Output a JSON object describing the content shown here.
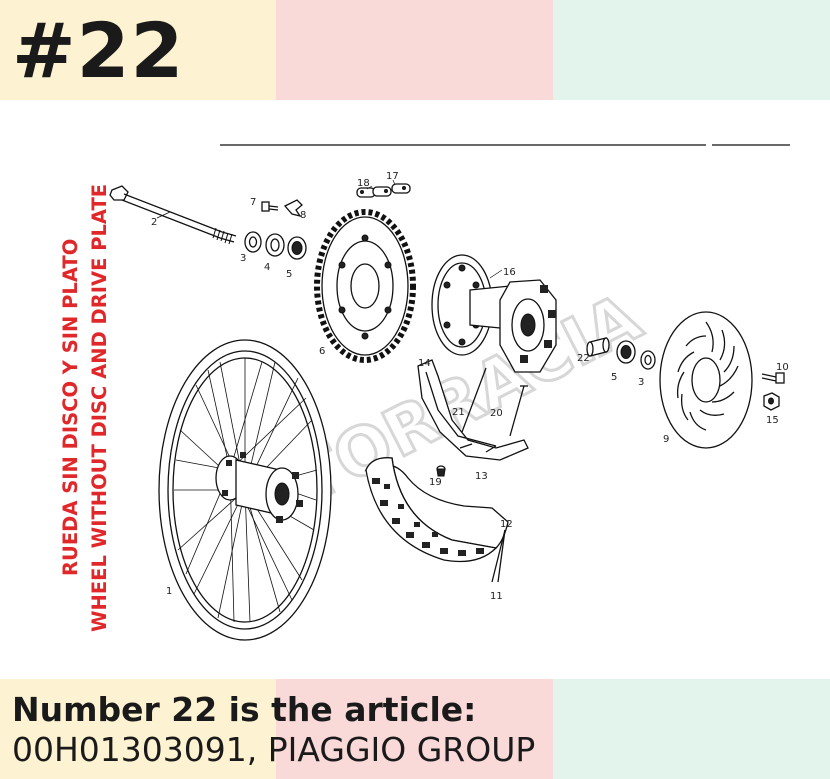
{
  "header": {
    "title": "#22"
  },
  "diagram": {
    "side_text_es": "RUEDA SIN DISCO Y SIN PLATO",
    "side_text_en": "WHEEL WITHOUT DISC AND DRIVE PLATE",
    "watermark": "MOTORRACIA",
    "callouts": {
      "n1": "1",
      "n2": "2",
      "n3a": "3",
      "n3b": "3",
      "n4": "4",
      "n5a": "5",
      "n5b": "5",
      "n6": "6",
      "n7": "7",
      "n8": "8",
      "n9": "9",
      "n10": "10",
      "n11": "11",
      "n12": "12",
      "n13": "13",
      "n14": "14",
      "n15": "15",
      "n16": "16",
      "n17": "17",
      "n18": "18",
      "n19": "19",
      "n20": "20",
      "n21": "21",
      "n22": "22"
    }
  },
  "caption": {
    "line1": "Number 22 is the article:",
    "line2": "00H01303091, PIAGGIO GROUP"
  },
  "colors": {
    "band_yellow": "#fdf3d2",
    "band_pink": "#fadad9",
    "band_green": "#e3f4ec",
    "side_text_red": "#e0282b"
  }
}
